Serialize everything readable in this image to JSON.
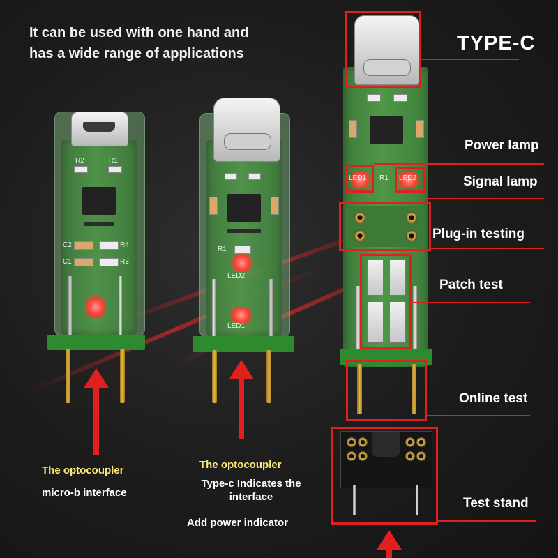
{
  "headline": {
    "line1": "It can be used with one hand and",
    "line2": "has a wide range of applications"
  },
  "callouts": {
    "typec": "TYPE-C",
    "power_lamp": "Power lamp",
    "signal_lamp": "Signal lamp",
    "plugin_testing": "Plug-in testing",
    "patch_test": "Patch test",
    "online_test": "Online test",
    "test_stand": "Test stand"
  },
  "module_left": {
    "caption_title": "The optocoupler",
    "caption_sub": "micro-b interface",
    "silk": {
      "r2": "R2",
      "r1": "R1",
      "c2": "C2",
      "c1": "C1",
      "r4": "R4",
      "r3": "R3"
    }
  },
  "module_middle": {
    "caption_title": "The optocoupler",
    "caption_sub": "Type-c Indicates the interface",
    "caption_extra": "Add power indicator",
    "silk": {
      "r1": "R1",
      "led2": "LED2",
      "led1": "LED1"
    }
  },
  "module_right": {
    "silk": {
      "led1": "LED1",
      "r1": "R1",
      "led2": "LED2"
    }
  },
  "colors": {
    "accent_red": "#e0201f",
    "pcb_green": "#4f9848",
    "caption_yellow": "#ffea79"
  }
}
